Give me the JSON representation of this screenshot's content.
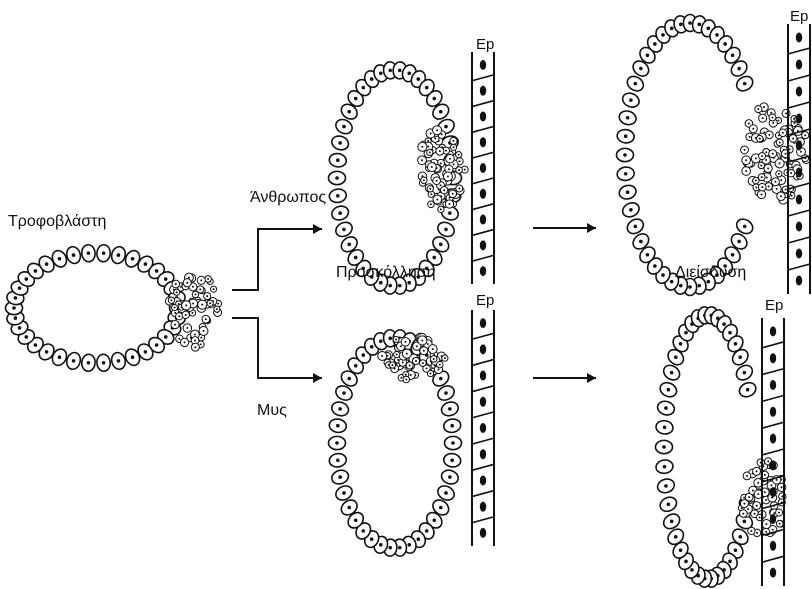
{
  "labels": {
    "trophoblast": "Τροφοβλάστη",
    "human": "Άνθρωπος",
    "mouse": "Μυς",
    "attachment": "Προσκόλληση",
    "invasion": "Διείσδυση",
    "ep": "Ep"
  },
  "colors": {
    "ink": "#111111",
    "cell_fill": "#ffffff"
  }
}
